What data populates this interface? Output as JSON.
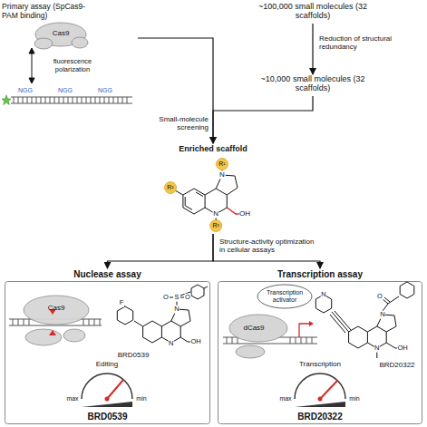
{
  "diagram": {
    "nodes": [
      {
        "text": [
          "Primary assay (SpCas9-PAM binding)"
        ]
      },
      {
        "text": [
          "~100,000 small molecules (32 scaffolds)"
        ]
      },
      {
        "text": [
          "~10,000 small molecules (32 scaffolds)"
        ]
      },
      {
        "text": [
          "Enriched scaffold"
        ]
      },
      {
        "text": [
          "Nuclease assay",
          "BRD0539"
        ]
      },
      {
        "text": [
          "Transcription assay",
          "BRD20322"
        ]
      }
    ],
    "edges": [
      {
        "from": 1,
        "to": 2,
        "arrow": "to",
        "label": "Reduction of structural redundancy"
      },
      {
        "from": 0,
        "to": 3,
        "arrow": "to"
      },
      {
        "from": 2,
        "to": 3,
        "arrow": "to",
        "label": "Small-molecule screening"
      },
      {
        "from": 3,
        "to": 4,
        "arrow": "to",
        "label": "Structure-activity optimization in cellular assays"
      },
      {
        "from": 3,
        "to": 5,
        "arrow": "to"
      }
    ],
    "labels": [
      "Cas9",
      "fluorescence polarization",
      "NGG",
      "NGG",
      "NGG",
      "R¹",
      "R²",
      "R³",
      "N",
      "N",
      "OH",
      "Cas9",
      "BRD0539",
      "S",
      "O",
      "O",
      "F",
      "N",
      "N",
      "OH",
      "Editing",
      "max",
      "min",
      "dCas9",
      "Transcription activator",
      "BRD20322",
      "N",
      "N",
      "O",
      "N",
      "OH",
      "Transcription",
      "max",
      "min"
    ]
  }
}
